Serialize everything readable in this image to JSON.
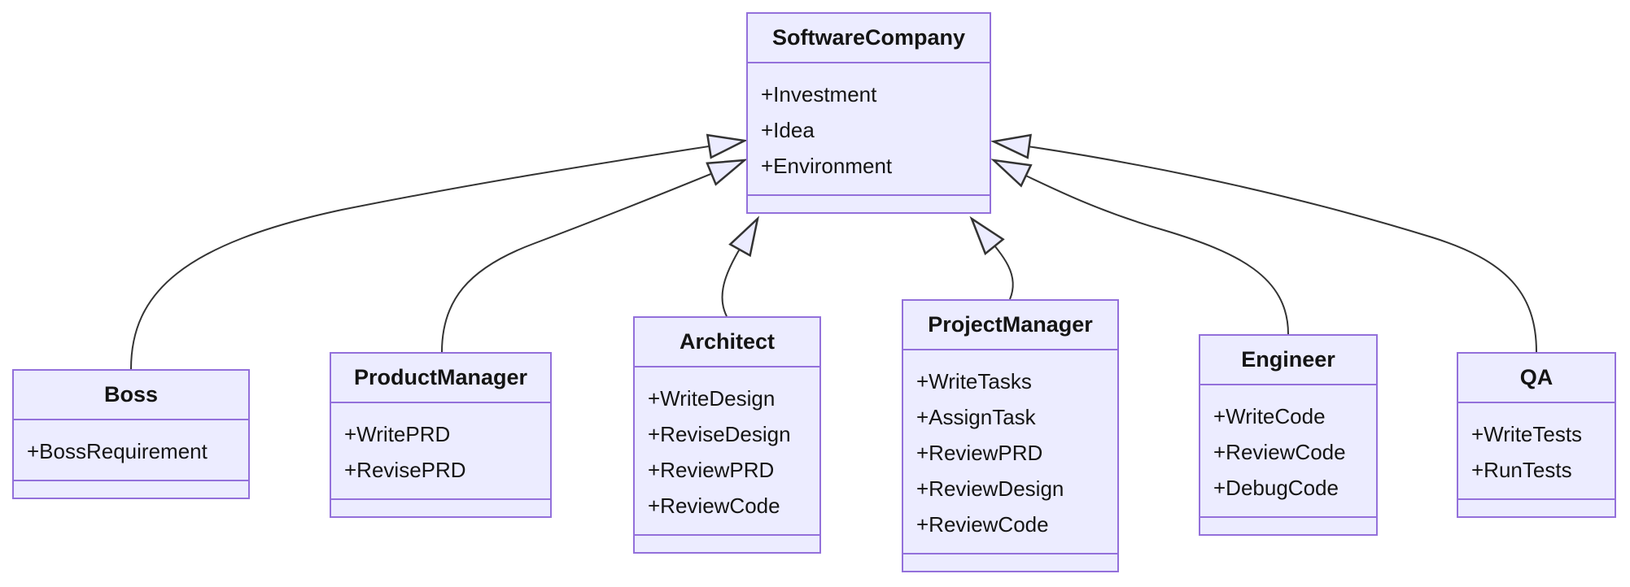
{
  "diagram": {
    "kind": "uml-class-diagram",
    "background_color": "#ffffff",
    "colors": {
      "node_fill": "#ECECFF",
      "node_border": "#9370DB",
      "compartment_divider": "#9370DB",
      "edge_stroke": "#333333",
      "arrowhead_fill": "#ECECFF",
      "text": "#141414"
    },
    "classes": [
      {
        "id": "software-company",
        "name": "SoftwareCompany",
        "attributes": [
          "+Investment",
          "+Idea",
          "+Environment"
        ],
        "methods": []
      },
      {
        "id": "boss",
        "name": "Boss",
        "attributes": [
          "+BossRequirement"
        ],
        "methods": []
      },
      {
        "id": "product-manager",
        "name": "ProductManager",
        "attributes": [
          "+WritePRD",
          "+RevisePRD"
        ],
        "methods": []
      },
      {
        "id": "architect",
        "name": "Architect",
        "attributes": [
          "+WriteDesign",
          "+ReviseDesign",
          "+ReviewPRD",
          "+ReviewCode"
        ],
        "methods": []
      },
      {
        "id": "project-manager",
        "name": "ProjectManager",
        "attributes": [
          "+WriteTasks",
          "+AssignTask",
          "+ReviewPRD",
          "+ReviewDesign",
          "+ReviewCode"
        ],
        "methods": []
      },
      {
        "id": "engineer",
        "name": "Engineer",
        "attributes": [
          "+WriteCode",
          "+ReviewCode",
          "+DebugCode"
        ],
        "methods": []
      },
      {
        "id": "qa",
        "name": "QA",
        "attributes": [
          "+WriteTests",
          "+RunTests"
        ],
        "methods": []
      }
    ],
    "relationships": [
      {
        "from": "Boss",
        "to": "SoftwareCompany",
        "type": "inheritance"
      },
      {
        "from": "ProductManager",
        "to": "SoftwareCompany",
        "type": "inheritance"
      },
      {
        "from": "Architect",
        "to": "SoftwareCompany",
        "type": "inheritance"
      },
      {
        "from": "ProjectManager",
        "to": "SoftwareCompany",
        "type": "inheritance"
      },
      {
        "from": "Engineer",
        "to": "SoftwareCompany",
        "type": "inheritance"
      },
      {
        "from": "QA",
        "to": "SoftwareCompany",
        "type": "inheritance"
      }
    ]
  }
}
